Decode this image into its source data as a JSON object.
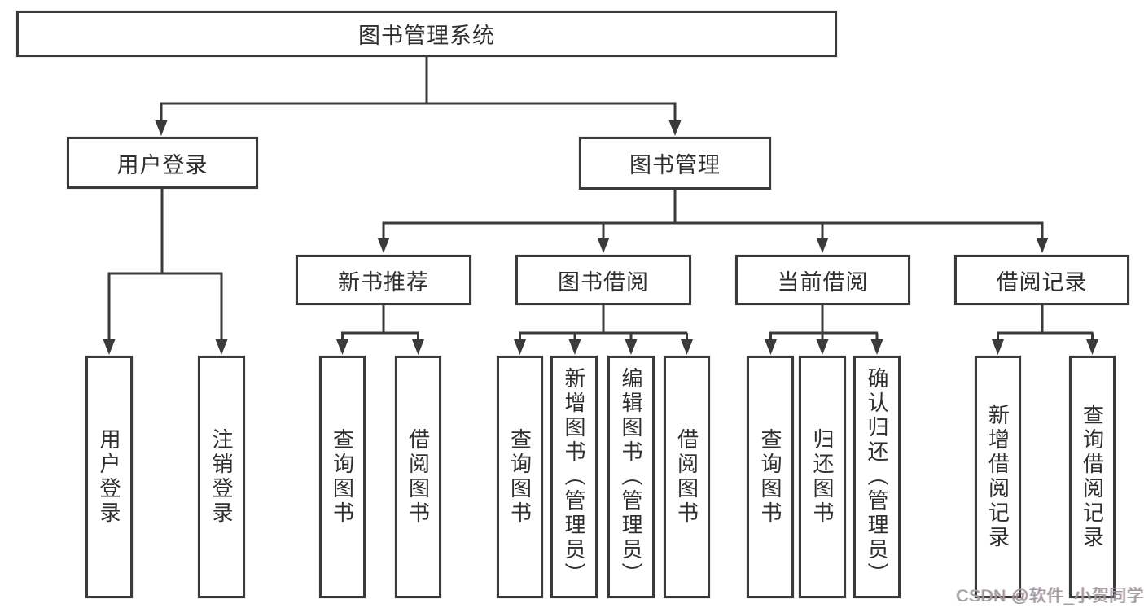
{
  "diagram": {
    "root": {
      "label": "图书管理系统"
    },
    "branches": [
      {
        "label": "用户登录",
        "children": [
          {
            "label": "用户登录"
          },
          {
            "label": "注销登录"
          }
        ]
      },
      {
        "label": "图书管理",
        "children": [
          {
            "label": "新书推荐",
            "children": [
              {
                "label": "查询图书"
              },
              {
                "label": "借阅图书"
              }
            ]
          },
          {
            "label": "图书借阅",
            "children": [
              {
                "label": "查询图书"
              },
              {
                "label": "新增图书（管理员）"
              },
              {
                "label": "编辑图书（管理员）"
              },
              {
                "label": "借阅图书"
              }
            ]
          },
          {
            "label": "当前借阅",
            "children": [
              {
                "label": "查询图书"
              },
              {
                "label": "归还图书"
              },
              {
                "label": "确认归还（管理员）"
              }
            ]
          },
          {
            "label": "借阅记录",
            "children": [
              {
                "label": "新增借阅记录"
              },
              {
                "label": "查询借阅记录"
              }
            ]
          }
        ]
      }
    ]
  },
  "watermark": {
    "text": "CSDN @软件_小贺同学"
  },
  "colors": {
    "line": "#3a3a3a",
    "text": "#2f2f2f",
    "background": "#ffffff",
    "watermark_gray": "#9a9da2",
    "watermark_red_fringe": "#cd6e64"
  }
}
